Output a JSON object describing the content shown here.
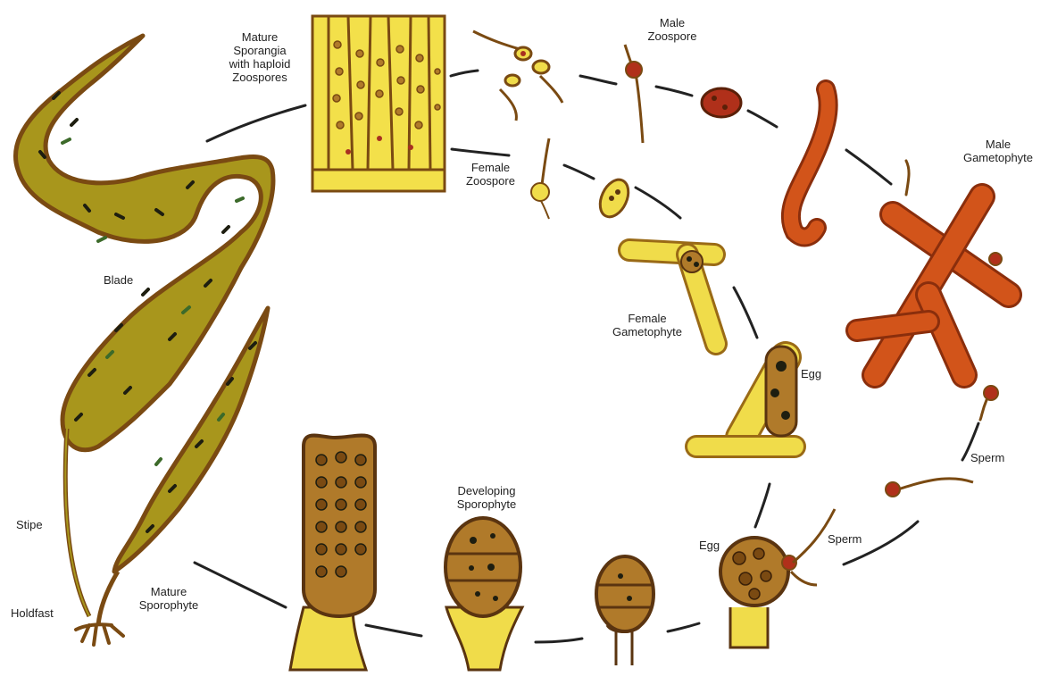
{
  "diagram": {
    "labels": {
      "mature_sporangia": "Mature\nSporangia\nwith haploid\nZoospores",
      "male_zoospore": "Male\nZoospore",
      "female_zoospore": "Female\nZoospore",
      "male_gametophyte": "Male\nGametophyte",
      "female_gametophyte": "Female\nGametophyte",
      "egg_top": "Egg",
      "egg_bottom": "Egg",
      "sperm_right": "Sperm",
      "sperm_bottom": "Sperm",
      "developing_sporophyte": "Developing\nSporophyte",
      "blade": "Blade",
      "stipe": "Stipe",
      "holdfast": "Holdfast",
      "mature_sporophyte": "Mature\nSporophyte"
    },
    "colors": {
      "kelp_fill": "#a8961c",
      "kelp_outline": "#7a4a12",
      "kelp_spots_dark": "#1e1e10",
      "kelp_spots_green": "#3c6a2a",
      "male_fill": "#d2541a",
      "male_outline": "#8a2e0c",
      "female_fill": "#f0dc4a",
      "female_outline": "#9a6a16",
      "sporangia_fill": "#f3e04a",
      "brown_cell": "#b07a2a",
      "dark_outline": "#5a3410",
      "cycle_line": "#222222"
    }
  }
}
